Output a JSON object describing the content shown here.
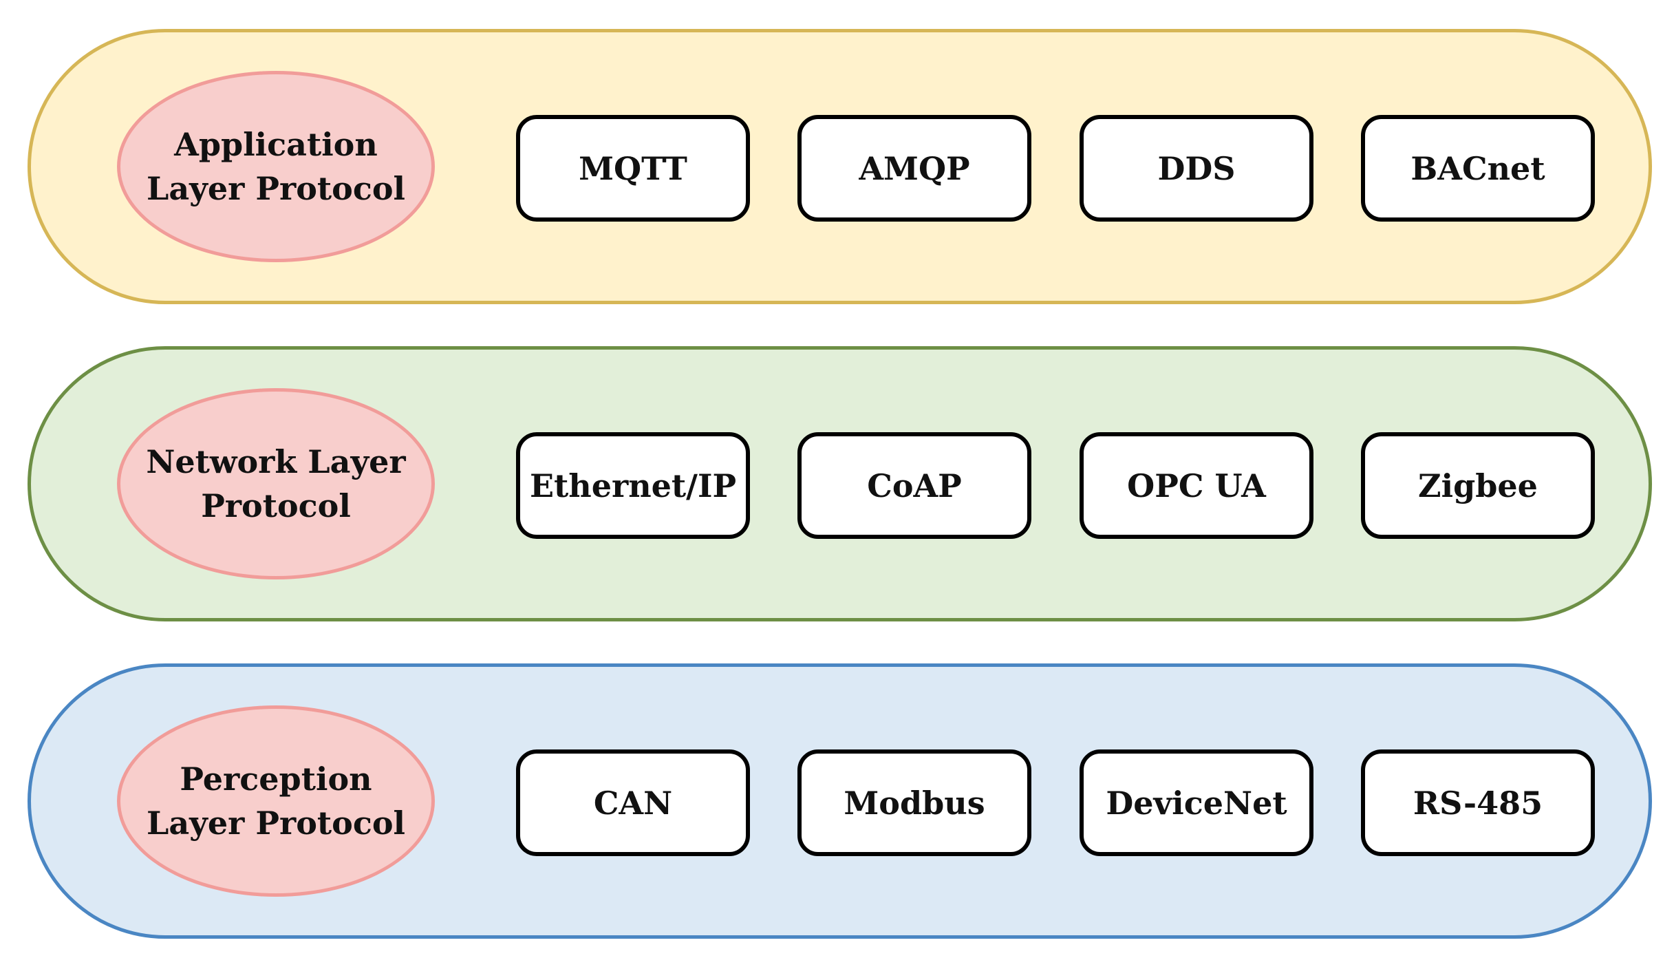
{
  "layers": [
    {
      "label_lines": [
        "Application",
        "Layer Protocol"
      ],
      "fill": "#fff2cc",
      "border": "#d6b656",
      "protocols": [
        "MQTT",
        "AMQP",
        "DDS",
        "BACnet"
      ]
    },
    {
      "label_lines": [
        "Network Layer",
        "Protocol"
      ],
      "fill": "#e2efd9",
      "border": "#6d8f45",
      "protocols": [
        "Ethernet/IP",
        "CoAP",
        "OPC UA",
        "Zigbee"
      ]
    },
    {
      "label_lines": [
        "Perception",
        "Layer Protocol"
      ],
      "fill": "#dce9f5",
      "border": "#4a86c3",
      "protocols": [
        "CAN",
        "Modbus",
        "DeviceNet",
        "RS-485"
      ]
    }
  ],
  "label_fill": "#f8cecc",
  "label_border": "#f19c99",
  "protocol_fill": "#ffffff",
  "protocol_border": "#000000"
}
